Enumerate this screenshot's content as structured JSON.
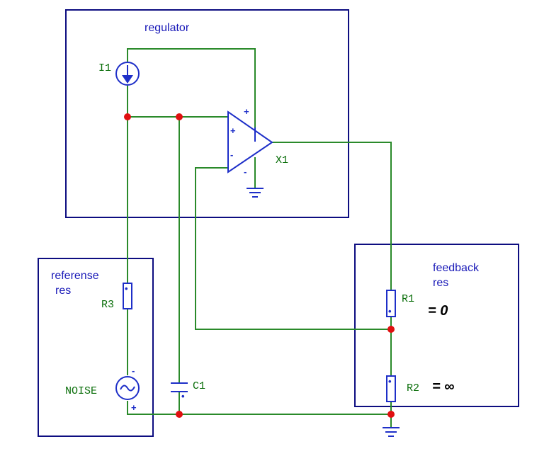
{
  "blocks": {
    "regulator": "regulator",
    "reference_line1": "referense",
    "reference_line2": "res",
    "feedback_line1": "feedback",
    "feedback_line2": "res"
  },
  "components": {
    "current_source": "I1",
    "opamp": "X1",
    "reference_resistor": "R3",
    "noise_source": "NOISE",
    "capacitor": "C1",
    "feedback_resistor_1": "R1",
    "feedback_resistor_2": "R2"
  },
  "annotations": {
    "r1_value": "= 0",
    "r2_value": "= ∞"
  },
  "pins": {
    "plus": "+",
    "minus": "-"
  },
  "colors": {
    "wire": "#2a8a2a",
    "component": "#1e2fc8",
    "block_border": "#0d0d80",
    "junction": "#e01010"
  }
}
